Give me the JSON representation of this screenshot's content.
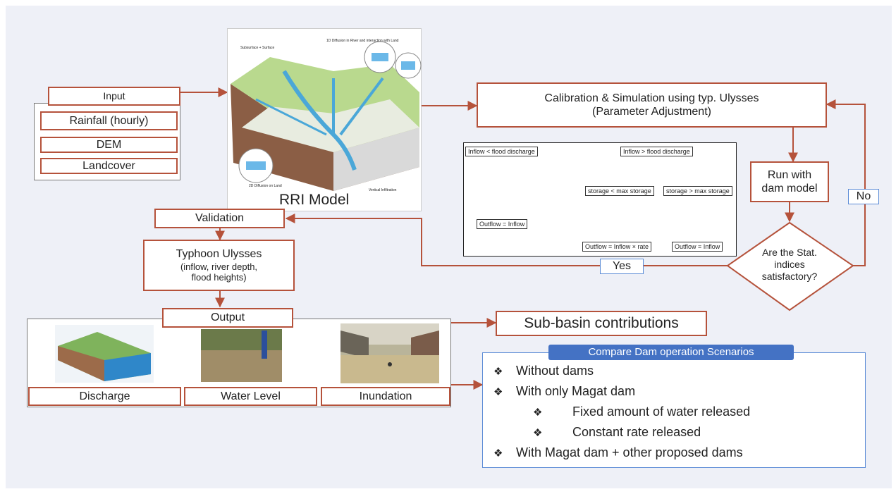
{
  "input": {
    "title": "Input",
    "items": [
      "Rainfall (hourly)",
      "DEM",
      "Landcover"
    ]
  },
  "rri": {
    "caption": "RRI Model",
    "labels": {
      "subsurface": "Subsurface + Surface",
      "river": "1D Diffusion in River and interaction with Land",
      "land": "2D Diffusion on Land",
      "vertical": "Vertical Infiltration"
    }
  },
  "calibration": {
    "line1": "Calibration & Simulation using typ. Ulysses",
    "line2": "(Parameter Adjustment)"
  },
  "dam_logic": {
    "inflow_low": "Inflow < flood discharge",
    "inflow_high": "Inflow > flood discharge",
    "storage_low": "storage < max storage",
    "storage_high": "storage > max storage",
    "out_equal_left": "Outflow = Inflow",
    "out_rate": "Outflow = Inflow × rate",
    "out_equal_right": "Outflow = Inflow"
  },
  "run_dam": {
    "line1": "Run with",
    "line2": "dam model"
  },
  "no_label": "No",
  "yes_label": "Yes",
  "decision": {
    "line1": "Are the Stat.",
    "line2": "indices",
    "line3": "satisfactory?"
  },
  "validation": "Validation",
  "typhoon": {
    "line1": "Typhoon Ulysses",
    "line2": "(inflow, river depth,",
    "line3": "flood heights)"
  },
  "output": {
    "title": "Output",
    "items": [
      "Discharge",
      "Water Level",
      "Inundation"
    ]
  },
  "subbasin": "Sub-basin contributions",
  "scenarios": {
    "title": "Compare Dam operation Scenarios",
    "bullet": "❖",
    "items": [
      {
        "text": "Without dams",
        "level": 0
      },
      {
        "text": "With only Magat dam",
        "level": 0
      },
      {
        "text": "Fixed amount of water released",
        "level": 1
      },
      {
        "text": "Constant rate released",
        "level": 1
      },
      {
        "text": "With Magat dam + other proposed dams",
        "level": 0
      }
    ]
  },
  "colors": {
    "arrow": "#b5523b",
    "background": "#eef0f7",
    "scenario_header": "#4472c4",
    "scenario_border": "#5b8bd6"
  }
}
